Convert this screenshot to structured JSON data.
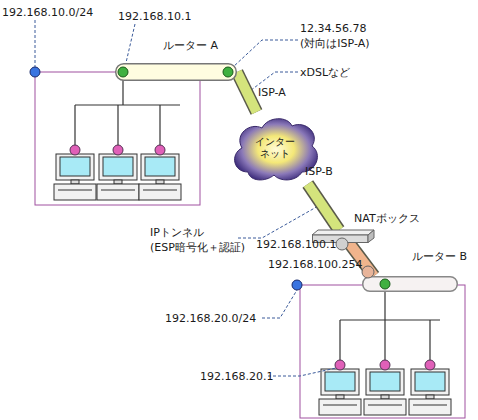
{
  "diagram": {
    "nodes": [
      {
        "text": [
          "ルーター A"
        ]
      },
      {
        "text": [
          "インターネット"
        ]
      },
      {
        "text": [
          "NATボックス"
        ]
      },
      {
        "text": [
          "ルーター B"
        ]
      }
    ],
    "edges": [
      {
        "from": 0,
        "to": 1,
        "label": "ISP-A",
        "arrow": "none"
      },
      {
        "from": 1,
        "to": 2,
        "label": "ISP-B",
        "arrow": "none"
      },
      {
        "from": 2,
        "to": 3,
        "arrow": "none"
      }
    ],
    "labels": [
      "192.168.10.0/24",
      "192.168.10.1",
      "12.34.56.78",
      "(対向はISP-A)",
      "xDSLなど",
      "IPトンネル",
      "(ESP暗号化＋認証)",
      "192.168.100.1",
      "192.168.100.254",
      "192.168.20.0/24",
      "192.168.20.1"
    ]
  }
}
